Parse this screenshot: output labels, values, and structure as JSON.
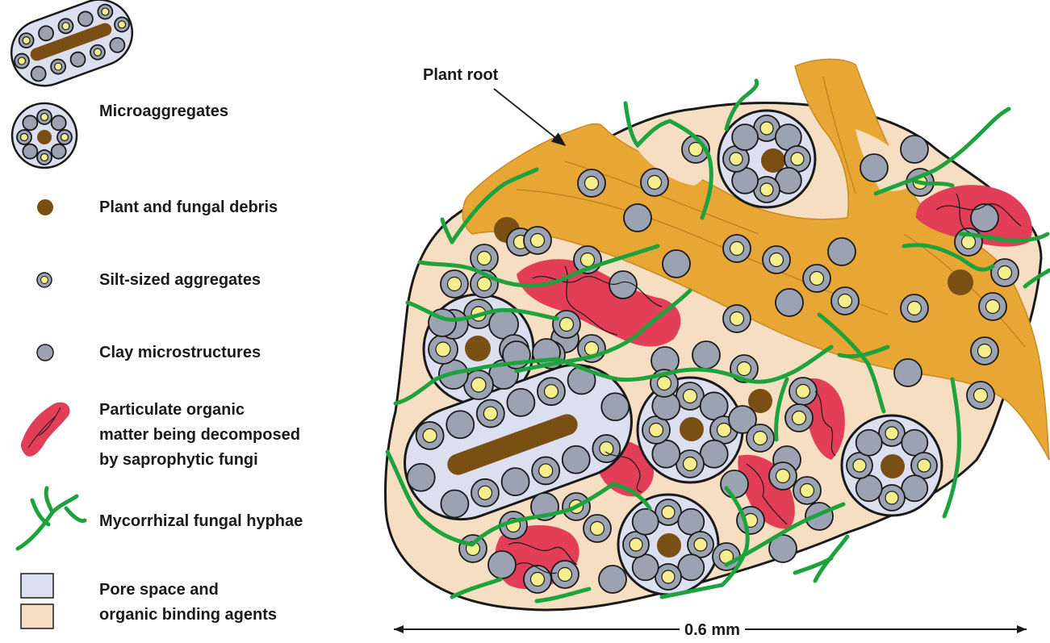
{
  "legend": {
    "microaggregates": "Microaggregates",
    "debris": "Plant and fungal debris",
    "silt": "Silt-sized aggregates",
    "clay": "Clay microstructures",
    "pom": "Particulate organic\nmatter being decomposed\nby saprophytic fungi",
    "hyphae": "Mycorrhizal fungal hyphae",
    "pore": "Pore space and\norganic binding agents"
  },
  "labels": {
    "plant_root": "Plant root",
    "scale": "0.6 mm"
  },
  "colors": {
    "root": "#E8A634",
    "matrix": "#F6DEC2",
    "pore": "#DCDFEF",
    "clay": "#9BA3B2",
    "silt_inner": "#F5EE8C",
    "debris": "#7A4F13",
    "pom": "#E23E57",
    "hyphae": "#1EA23E",
    "outline": "#1a1a1a"
  },
  "icons": [
    "microaggregate-icon",
    "debris-icon",
    "silt-icon",
    "clay-icon",
    "pom-icon",
    "hyphae-icon",
    "pore-swatch-icon",
    "binding-swatch-icon"
  ]
}
